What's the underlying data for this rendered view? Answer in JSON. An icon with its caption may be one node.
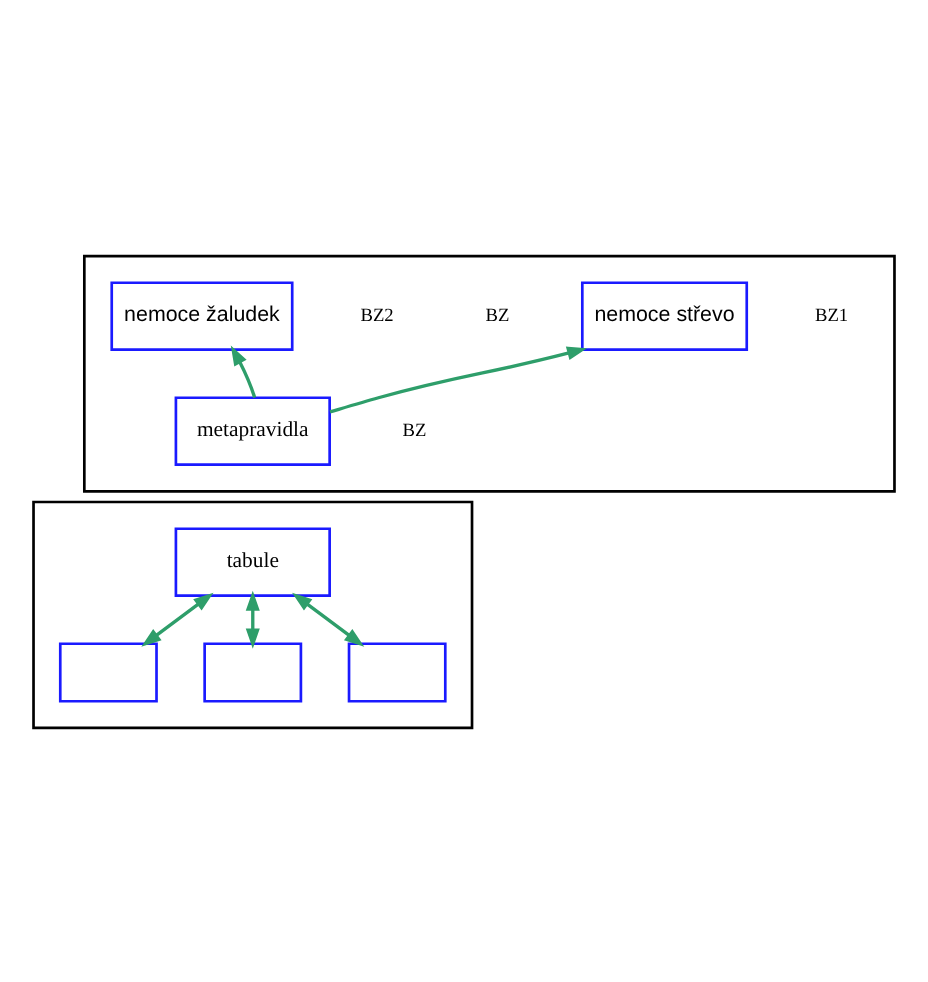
{
  "diagram": {
    "nodes": [
      {
        "text": [],
        "shape": "box"
      },
      {
        "text": [
          "nemoce střevo"
        ],
        "in": 0,
        "beside": [
          "BZ1"
        ]
      },
      {
        "text": [
          "nemoce žaludek"
        ],
        "in": 0,
        "beside": [
          "BZ2"
        ]
      },
      {
        "text": [
          "metapravidla"
        ],
        "in": 0,
        "beside": [
          "BZ"
        ]
      },
      {
        "text": [],
        "shape": "box"
      },
      {
        "text": [
          "tabule"
        ],
        "in": 4
      },
      {
        "text": [],
        "shape": "box",
        "in": 4
      },
      {
        "text": [],
        "shape": "box",
        "in": 4
      },
      {
        "text": [],
        "shape": "box",
        "in": 4
      }
    ],
    "edges": [
      {
        "from": 3,
        "to": 1,
        "arrow": "to"
      },
      {
        "from": 3,
        "to": 2,
        "arrow": "to"
      },
      {
        "from": 5,
        "to": 6,
        "arrow": "both"
      },
      {
        "from": 5,
        "to": 7,
        "arrow": "both"
      },
      {
        "from": 5,
        "to": 8,
        "arrow": "both"
      }
    ],
    "labels": [
      "BZ"
    ]
  }
}
